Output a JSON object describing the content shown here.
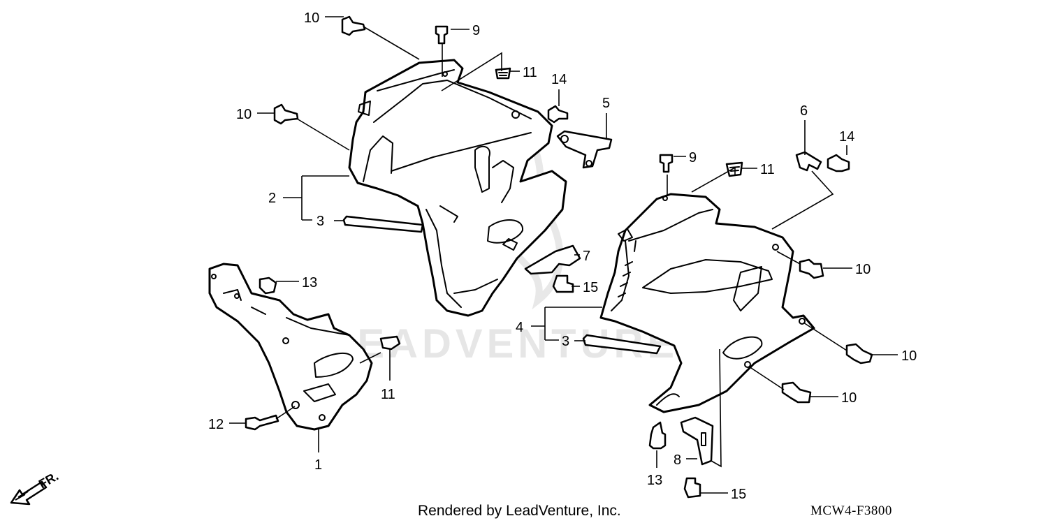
{
  "diagram": {
    "watermark": "LEADVENTURE",
    "credit": "Rendered by LeadVenture, Inc.",
    "code": "MCW4-F3800",
    "direction_label": "FR.",
    "callouts": {
      "c10a": "10",
      "c9a": "9",
      "c11a": "11",
      "c10b": "10",
      "c14a": "14",
      "c5": "5",
      "c2": "2",
      "c3a": "3",
      "c6": "6",
      "c14b": "14",
      "c9b": "9",
      "c11b": "11",
      "c7": "7",
      "c10c": "10",
      "c15a": "15",
      "c13a": "13",
      "c4": "4",
      "c3b": "3",
      "c11c": "11",
      "c10d": "10",
      "c10e": "10",
      "c12": "12",
      "c1": "1",
      "c8": "8",
      "c13b": "13",
      "c15b": "15"
    }
  }
}
